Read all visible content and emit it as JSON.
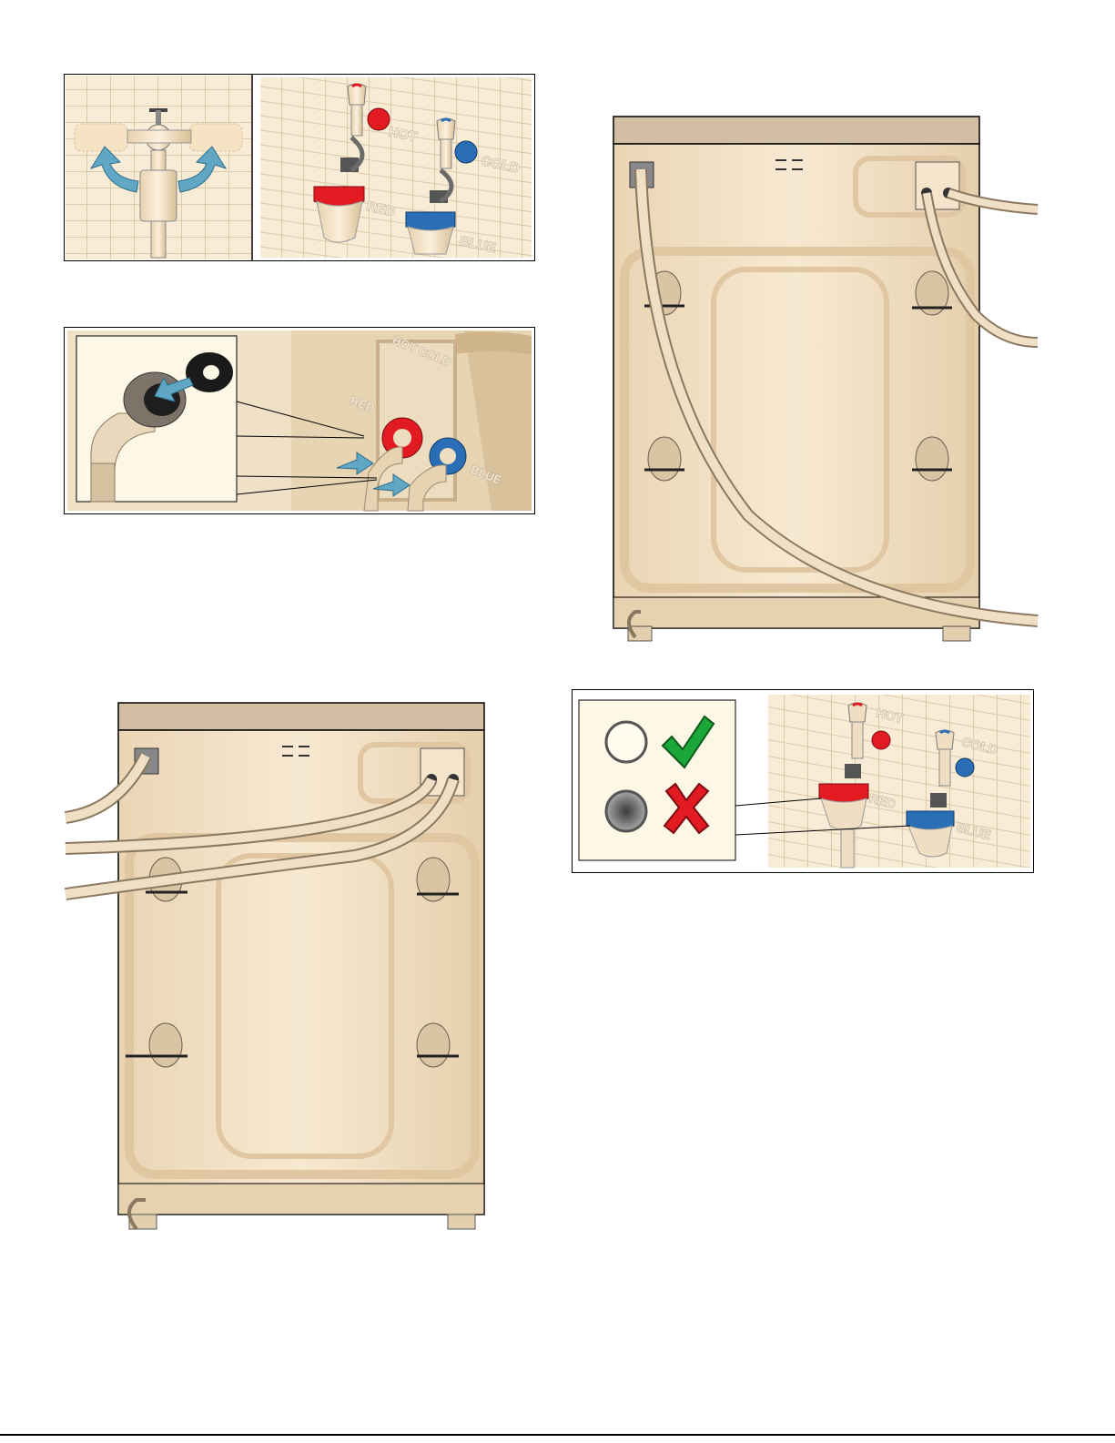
{
  "page": {
    "colors": {
      "paper": "#f6e7cd",
      "tile": "#f9ecd6",
      "hot": "#e21b23",
      "cold": "#2a6fb6",
      "arrow": "#5fa7c5",
      "machine": "#f2dfc3",
      "check": "#1aa638",
      "cross": "#e21b23"
    }
  },
  "fig1": {
    "labels": {
      "hot": "HOT",
      "cold": "COLD",
      "red": "RED",
      "blue": "BLUE"
    }
  },
  "fig2": {
    "labels": {
      "hot_cold": "HOT COLD",
      "red": "RED",
      "blue": "BLUE"
    }
  },
  "fig5": {
    "labels": {
      "hot": "HOT",
      "cold": "COLD",
      "red": "RED",
      "blue": "BLUE"
    },
    "icons": [
      "clean-seal-icon",
      "check-icon",
      "dirty-seal-icon",
      "cross-icon"
    ]
  }
}
